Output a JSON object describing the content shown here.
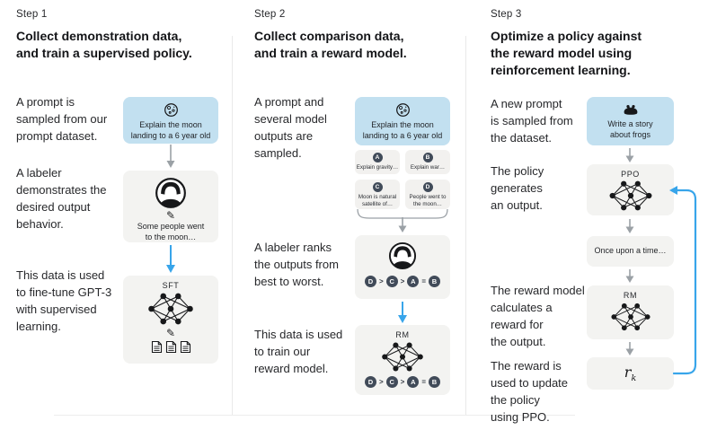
{
  "colors": {
    "card_blue": "#c2e0f0",
    "card_gray": "#f3f3f1",
    "mini_card_bg": "#f2f1ef",
    "badge_dark": "#414b59",
    "arrow_blue": "#38a5ea",
    "arrow_gray": "#9ba1a6",
    "text": "#202124"
  },
  "icons": {
    "moon": "moon-icon (outlined moon with craters)",
    "labeler": "person-avatar-icon",
    "pencil": "✎",
    "documents": "document-pages-icon",
    "network": "neural-network-icon",
    "frog": "frog-icon",
    "arrow_down": "↓",
    "feedback_loop": "curved-feedback-arrow"
  },
  "columns": [
    {
      "step": "Step 1",
      "heading": "Collect demonstration data,\nand train a supervised policy.",
      "caption1": "A prompt is\nsampled from our\nprompt dataset.",
      "caption2": "A labeler\ndemonstrates the\ndesired output\nbehavior.",
      "caption3": "This data is used\nto fine-tune GPT-3\nwith supervised\nlearning.",
      "prompt_card_text": "Explain the moon\nlanding to a 6 year old",
      "labeler_card_text": "Some people went\nto the moon…",
      "sft_label": "SFT"
    },
    {
      "step": "Step 2",
      "heading": "Collect comparison data,\nand train a reward model.",
      "caption1": "A prompt and\nseveral model\noutputs are\nsampled.",
      "caption2": "A labeler ranks\nthe outputs from\nbest to worst.",
      "caption3": "This data is used\nto train our\nreward model.",
      "prompt_card_text": "Explain the moon\nlanding to a 6 year old",
      "outputs": [
        {
          "letter": "A",
          "caption": "Explain gravity…"
        },
        {
          "letter": "B",
          "caption": "Explain war…"
        },
        {
          "letter": "C",
          "caption": "Moon is natural\nsatellite of…"
        },
        {
          "letter": "D",
          "caption": "People went to\nthe moon…"
        }
      ],
      "ranking": [
        "D",
        ">",
        "C",
        ">",
        "A",
        "=",
        "B"
      ],
      "rm_label": "RM"
    },
    {
      "step": "Step 3",
      "heading": "Optimize a policy against\nthe reward model using\nreinforcement learning.",
      "caption1": "A new prompt\nis sampled from\nthe dataset.",
      "caption2": "The policy\ngenerates\nan output.",
      "caption3": "The reward model\ncalculates a\nreward for\nthe output.",
      "caption4": "The reward is\nused to update\nthe policy\nusing PPO.",
      "prompt_card_text": "Write a story\nabout frogs",
      "ppo_label": "PPO",
      "output_card_text": "Once upon a time…",
      "rm_label": "RM",
      "reward_var": "r",
      "reward_sub": "k"
    }
  ]
}
